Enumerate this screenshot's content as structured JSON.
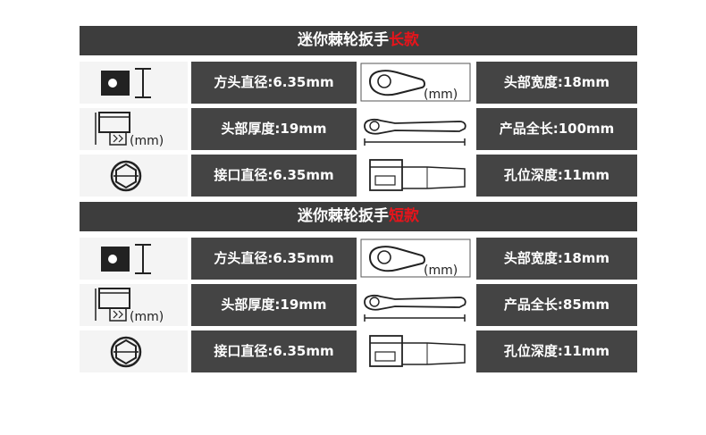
{
  "sections": [
    {
      "title_main": "迷你棘轮扳手",
      "title_highlight": "长款",
      "rows": [
        {
          "left_label": "方头直径:6.35mm",
          "right_label": "头部宽度:18mm",
          "icon_unit_right": "(mm)"
        },
        {
          "left_label": "头部厚度:19mm",
          "right_label": "产品全长:100mm",
          "icon_unit_left": "(mm)"
        },
        {
          "left_label": "接口直径:6.35mm",
          "right_label": "孔位深度:11mm"
        }
      ]
    },
    {
      "title_main": "迷你棘轮扳手",
      "title_highlight": "短款",
      "rows": [
        {
          "left_label": "方头直径:6.35mm",
          "right_label": "头部宽度:18mm",
          "icon_unit_right": "(mm)"
        },
        {
          "left_label": "头部厚度:19mm",
          "right_label": "产品全长:85mm",
          "icon_unit_left": "(mm)"
        },
        {
          "left_label": "接口直径:6.35mm",
          "right_label": "孔位深度:11mm"
        }
      ]
    }
  ],
  "colors": {
    "banner_bg": "#3d3d3d",
    "label_bg": "#444444",
    "highlight": "#e8141b",
    "icon_bg": "#f4f4f4"
  }
}
